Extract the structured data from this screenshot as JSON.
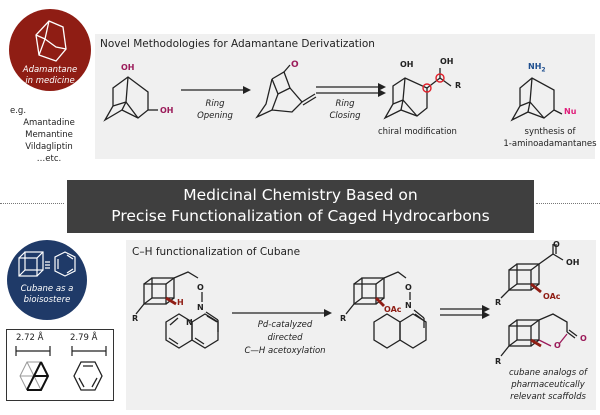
{
  "top": {
    "badge": {
      "line1": "Adamantane",
      "line2": "in medicine",
      "color": "#8f1d14"
    },
    "examples": {
      "intro": "e.g.",
      "items": [
        "Amantadine",
        "Memantine",
        "Vildagliptin",
        "…etc."
      ]
    },
    "panel_title": "Novel Methodologies for Adamantane Derivatization",
    "step1": {
      "line1": "Ring",
      "line2": "Opening"
    },
    "step2": {
      "line1": "Ring",
      "line2": "Closing"
    },
    "labels": {
      "oh": "OH",
      "o": "O",
      "r": "R",
      "nh2": "NH",
      "nh2_sub": "2",
      "nu": "Nu"
    },
    "caption_chiral": "chiral modification",
    "caption_amino": {
      "line1": "synthesis of",
      "line2": "1-aminoadamantanes"
    }
  },
  "banner": {
    "line1": "Medicinal Chemistry Based on",
    "line2": "Precise Functionalization of Caged Hydrocarbons"
  },
  "bottom": {
    "badge": {
      "line1": "Cubane as a",
      "line2": "bioisostere",
      "color": "#1f3a68"
    },
    "compare": {
      "cubane_distance": "2.72 Å",
      "benzene_distance": "2.79 Å"
    },
    "panel_title": "C–H functionalization of Cubane",
    "reaction": {
      "line1": "Pd-catalyzed",
      "line2": "directed",
      "line3": "C—H acetoxylation"
    },
    "labels": {
      "r": "R",
      "h": "H",
      "o": "O",
      "n": "N",
      "oac": "OAc",
      "oh": "OH"
    },
    "caption": {
      "line1": "cubane analogs of",
      "line2": "pharmaceutically",
      "line3": "relevant scaffolds"
    }
  },
  "colors": {
    "hetero": "#9b1b5a",
    "nitrogen": "#1f4f8f",
    "nu": "#e01e7a",
    "highlight": "#e0202a",
    "panel": "#f0f0f0"
  }
}
